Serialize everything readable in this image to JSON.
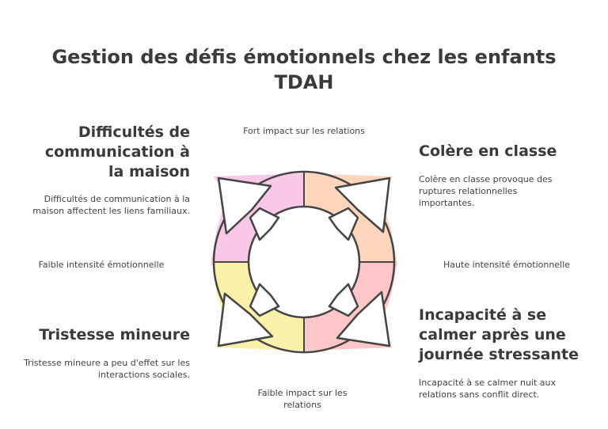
{
  "title": "Gestion des défis émotionnels chez les enfants TDAH",
  "axes": {
    "top": "Fort impact sur les relations",
    "bottom": "Faible impact sur les relations",
    "left": "Faible intensité émotionnelle",
    "right": "Haute intensité émotionnelle"
  },
  "quadrants": {
    "top_left": {
      "title": "Difficultés de communication à la maison",
      "description": "Difficultés de communication à la maison affectent les liens familiaux.",
      "color": "#f9c8e6"
    },
    "top_right": {
      "title": "Colère en classe",
      "description": "Colère en classe provoque des ruptures relationnelles importantes.",
      "color": "#fdd5bd"
    },
    "bottom_left": {
      "title": "Tristesse mineure",
      "description": "Tristesse mineure a peu d'effet sur les interactions sociales.",
      "color": "#fbf0a9"
    },
    "bottom_right": {
      "title": "Incapacité à se calmer après une journée stressante",
      "description": "Incapacité à se calmer nuit aux relations sans conflit direct.",
      "color": "#fdc7c9"
    }
  },
  "stroke_color": "#444444"
}
